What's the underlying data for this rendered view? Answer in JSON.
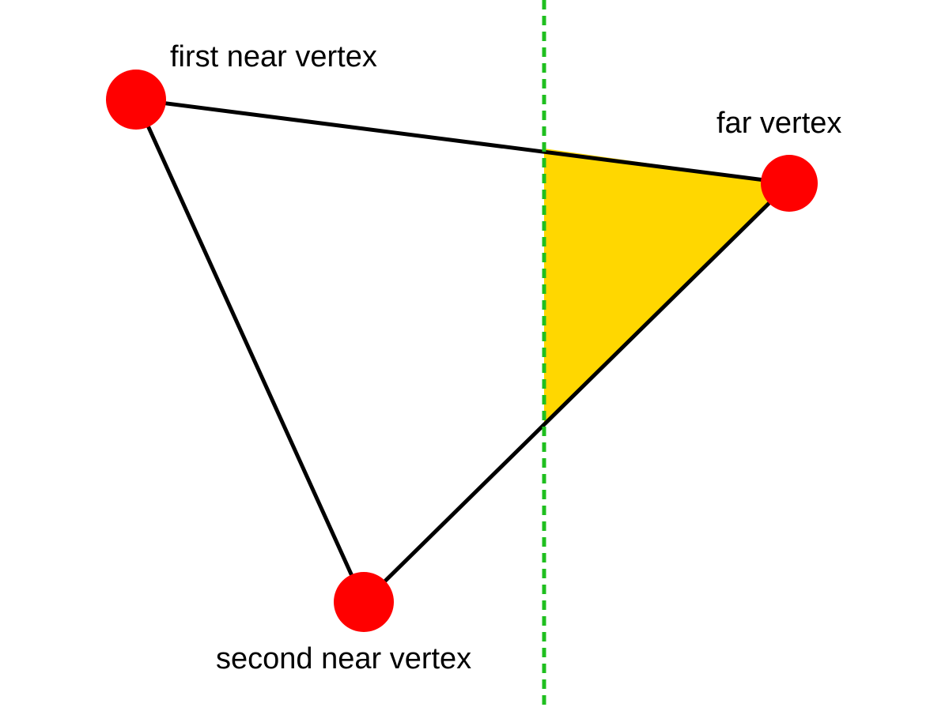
{
  "labels": {
    "first_near_vertex": "first near vertex",
    "far_vertex": "far vertex",
    "second_near_vertex": "second near vertex"
  },
  "colors": {
    "background": "#ffffff",
    "triangle_edge": "#000000",
    "vertex_fill": "#ff0000",
    "clipped_region_fill": "#ffd700",
    "clip_line": "#1fbf1f"
  }
}
